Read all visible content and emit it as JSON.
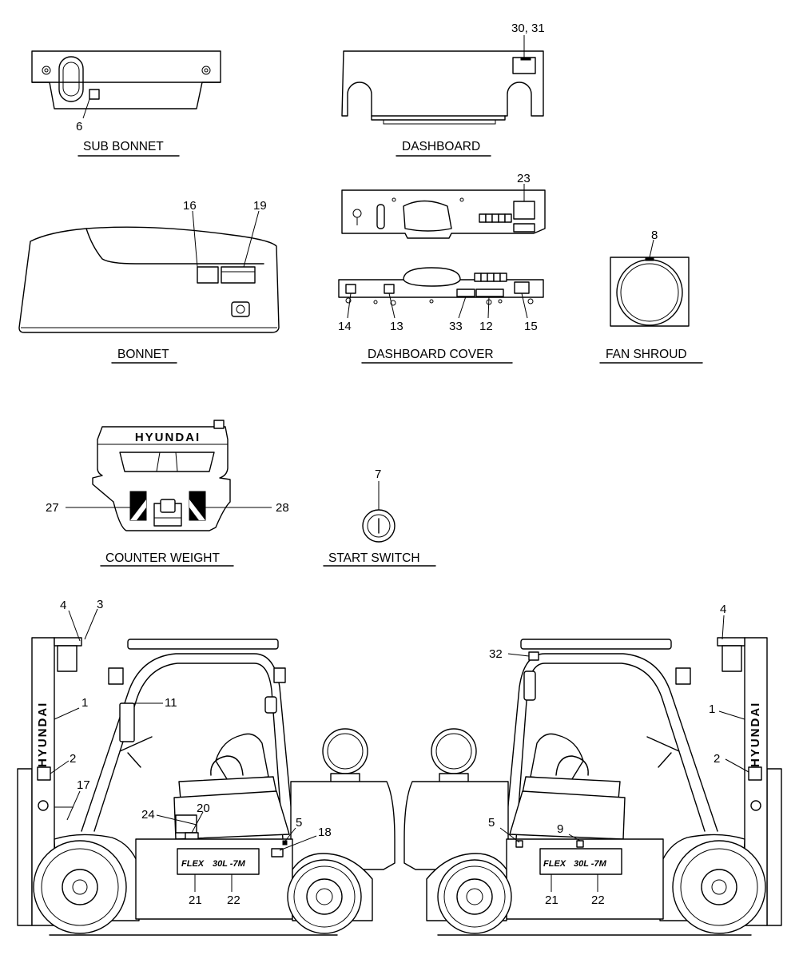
{
  "sections": {
    "sub_bonnet": "SUB BONNET",
    "dashboard": "DASHBOARD",
    "bonnet": "BONNET",
    "dashboard_cover": "DASHBOARD COVER",
    "fan_shroud": "FAN SHROUD",
    "counter_weight": "COUNTER WEIGHT",
    "start_switch": "START SWITCH"
  },
  "part_numbers": {
    "p1": "1",
    "p2": "2",
    "p3": "3",
    "p4": "4",
    "p5": "5",
    "p6": "6",
    "p7": "7",
    "p8": "8",
    "p9": "9",
    "p11": "11",
    "p12": "12",
    "p13": "13",
    "p14": "14",
    "p15": "15",
    "p16": "16",
    "p17": "17",
    "p18": "18",
    "p19": "19",
    "p20": "20",
    "p21": "21",
    "p22": "22",
    "p23": "23",
    "p24": "24",
    "p27": "27",
    "p28": "28",
    "p30_31": "30, 31",
    "p32": "32",
    "p33": "33"
  },
  "decals": {
    "brand": "HYUNDAI",
    "series": "FLEX",
    "model": "30L -7M"
  }
}
